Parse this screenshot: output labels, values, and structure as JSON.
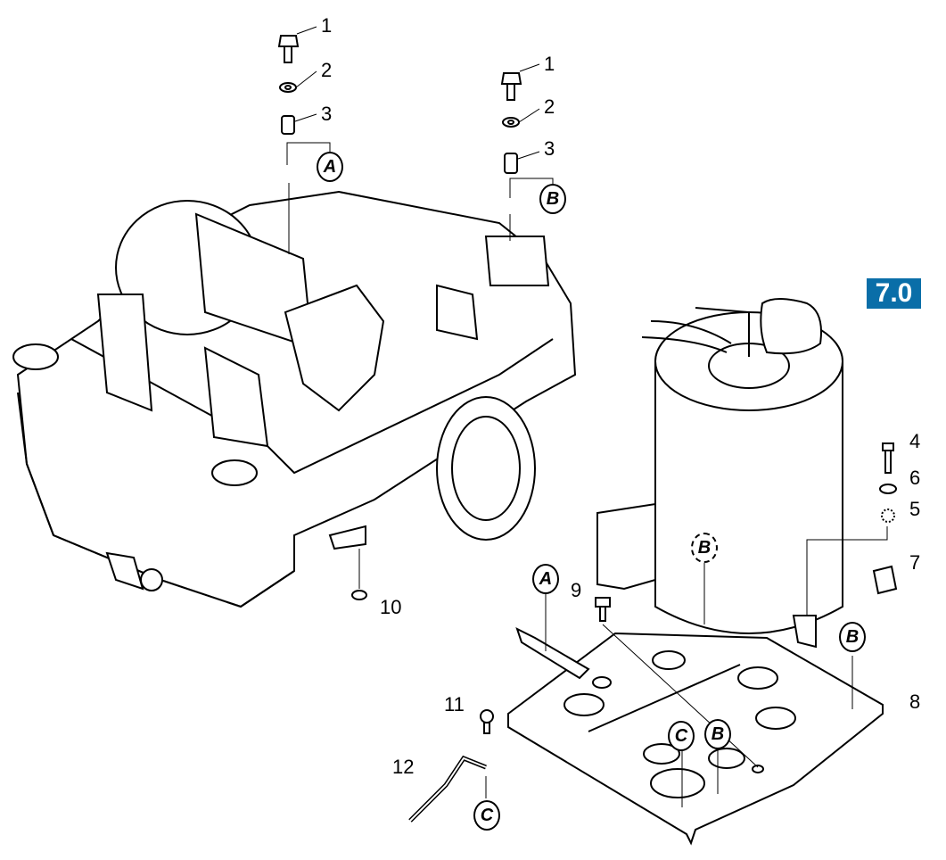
{
  "section_badge": {
    "label": "7.0",
    "color": "#0a6ea8"
  },
  "part_numbers": [
    {
      "id": "n1a",
      "label": "1"
    },
    {
      "id": "n2a",
      "label": "2"
    },
    {
      "id": "n3a",
      "label": "3"
    },
    {
      "id": "n1b",
      "label": "1"
    },
    {
      "id": "n2b",
      "label": "2"
    },
    {
      "id": "n3b",
      "label": "3"
    },
    {
      "id": "n4",
      "label": "4"
    },
    {
      "id": "n6",
      "label": "6"
    },
    {
      "id": "n5",
      "label": "5"
    },
    {
      "id": "n7",
      "label": "7"
    },
    {
      "id": "n9",
      "label": "9"
    },
    {
      "id": "n10",
      "label": "10"
    },
    {
      "id": "n8",
      "label": "8"
    },
    {
      "id": "n11",
      "label": "11"
    },
    {
      "id": "n12",
      "label": "12"
    }
  ],
  "reference_markers": [
    {
      "label": "A"
    },
    {
      "label": "B"
    },
    {
      "label": "B"
    },
    {
      "label": "A"
    },
    {
      "label": "B"
    },
    {
      "label": "C"
    },
    {
      "label": "B"
    },
    {
      "label": "C"
    }
  ]
}
